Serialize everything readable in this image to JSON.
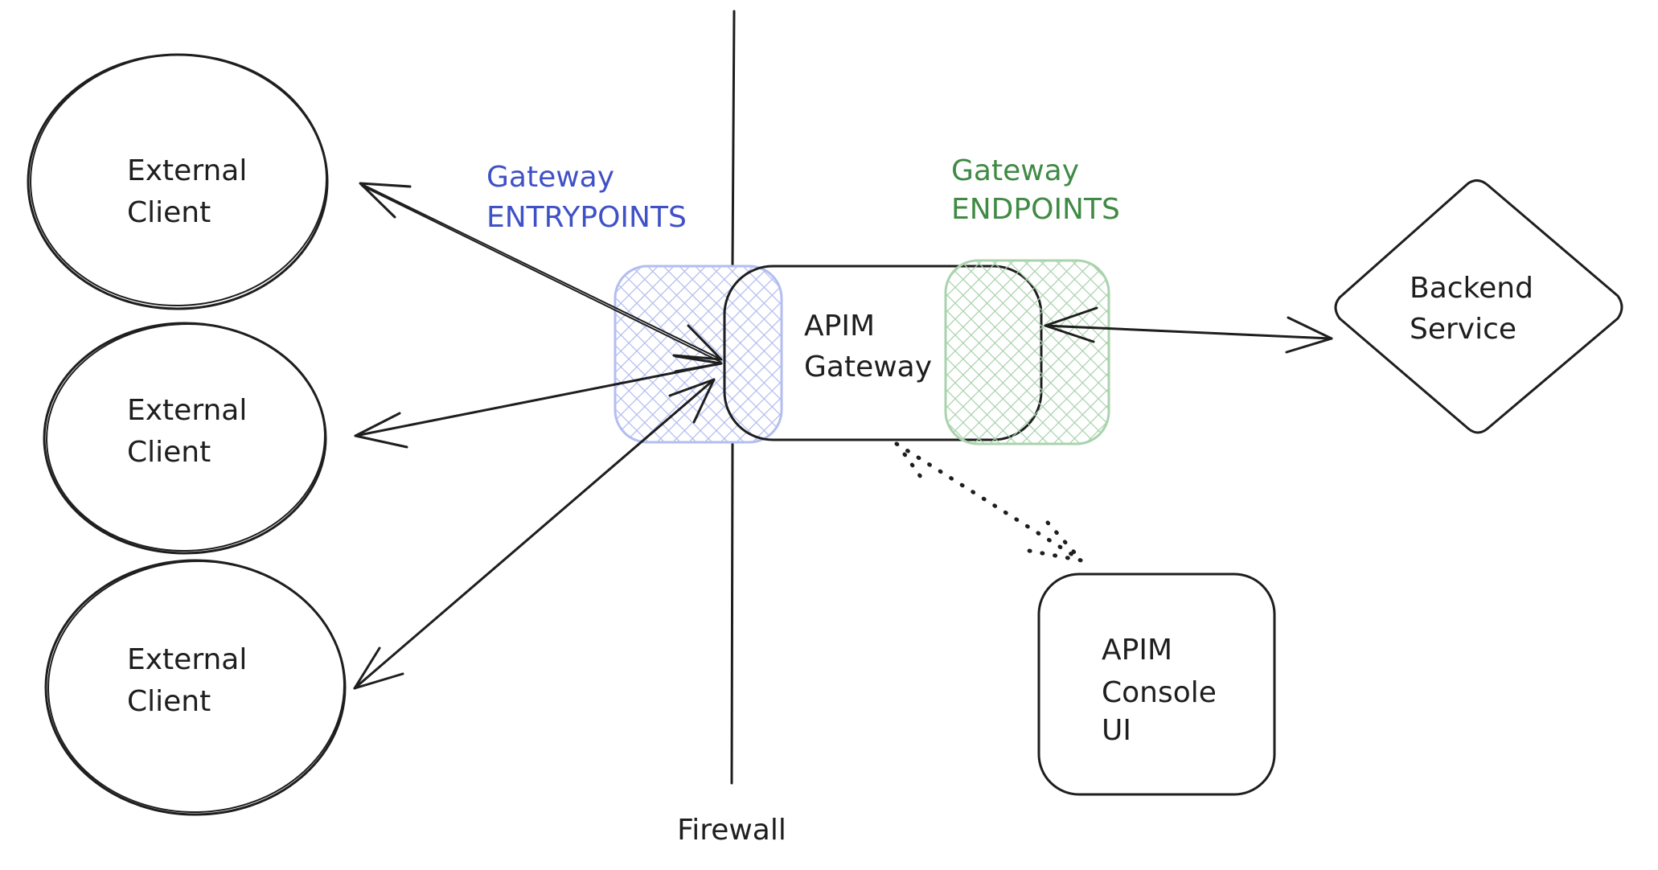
{
  "diagram": {
    "nodes": {
      "client_1": {
        "line1": "External",
        "line2": "Client",
        "shape": "ellipse"
      },
      "client_2": {
        "line1": "External",
        "line2": "Client",
        "shape": "ellipse"
      },
      "client_3": {
        "line1": "External",
        "line2": "Client",
        "shape": "ellipse"
      },
      "gateway": {
        "line1": "APIM",
        "line2": "Gateway",
        "shape": "rounded-rectangle"
      },
      "backend": {
        "line1": "Backend",
        "line2": "Service",
        "shape": "diamond"
      },
      "console": {
        "line1": "APIM",
        "line2": "Console",
        "line3": "UI",
        "shape": "rounded-rectangle"
      }
    },
    "zones": {
      "entrypoints": {
        "line1": "Gateway",
        "line2": "ENTRYPOINTS",
        "color": "#3f51c6",
        "fill": "#b3bdf0"
      },
      "endpoints": {
        "line1": "Gateway",
        "line2": "ENDPOINTS",
        "color": "#3f8a44",
        "fill": "#a9d3ad"
      }
    },
    "firewall": {
      "label": "Firewall"
    },
    "edges": [
      {
        "from": "client_1",
        "to": "gateway",
        "style": "solid",
        "arrows": "both"
      },
      {
        "from": "client_2",
        "to": "gateway",
        "style": "solid",
        "arrows": "both"
      },
      {
        "from": "client_3",
        "to": "gateway",
        "style": "solid",
        "arrows": "both"
      },
      {
        "from": "gateway",
        "to": "backend",
        "style": "solid",
        "arrows": "both"
      },
      {
        "from": "gateway",
        "to": "console",
        "style": "dotted",
        "arrows": "end"
      }
    ]
  }
}
